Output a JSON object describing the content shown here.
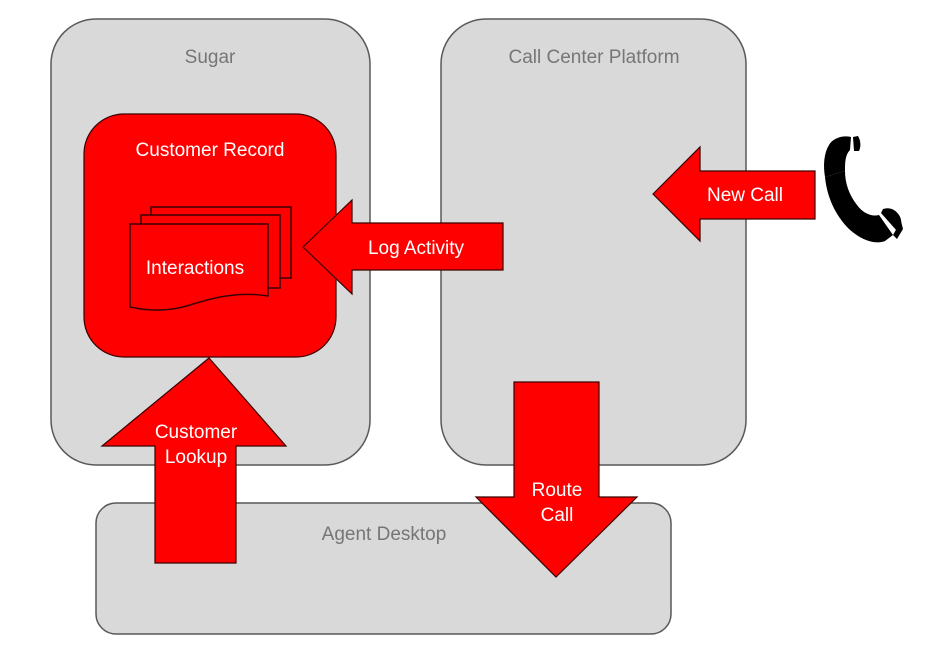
{
  "diagram": {
    "containers": {
      "sugar": {
        "label": "Sugar"
      },
      "call_center": {
        "label": "Call Center Platform"
      },
      "agent_desktop": {
        "label": "Agent Desktop"
      },
      "customer_record": {
        "label": "Customer Record"
      },
      "interactions": {
        "label": "Interactions"
      }
    },
    "arrows": {
      "new_call": {
        "label": "New Call"
      },
      "log_activity": {
        "label": "Log Activity"
      },
      "customer_lookup": {
        "line1": "Customer",
        "line2": "Lookup"
      },
      "route_call": {
        "line1": "Route",
        "line2": "Call"
      }
    },
    "icons": {
      "phone": "telephone-handset-icon"
    },
    "colors": {
      "accent": "#ff0000",
      "container_fill": "#d9d9d9",
      "container_stroke": "#595959",
      "container_label": "#767676"
    }
  }
}
